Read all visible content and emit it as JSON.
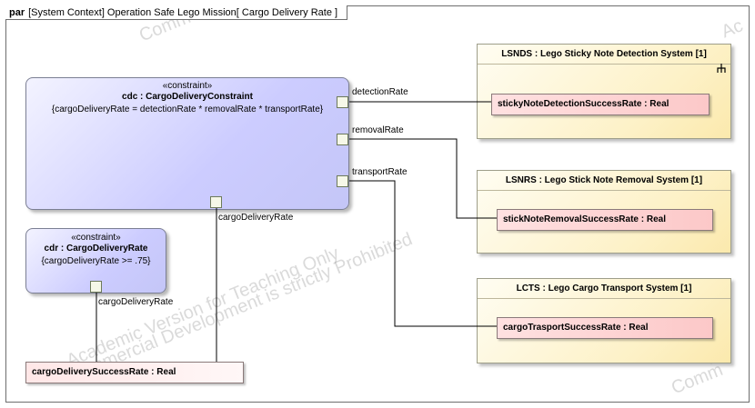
{
  "frame": {
    "kind": "par",
    "title": "[System Context] Operation Safe Lego Mission[ Cargo Delivery Rate ]"
  },
  "watermark": {
    "line1": "Academic Version for Teaching Only",
    "line2": "Commercial Development is strictly Prohibited",
    "fragments": [
      "Comm",
      "Ac",
      "Ac",
      "Comm"
    ]
  },
  "constraints": {
    "cdc": {
      "stereotype": "«constraint»",
      "name": "cdc : CargoDeliveryConstraint",
      "expression": "{cargoDeliveryRate = detectionRate * removalRate * transportRate}"
    },
    "cdr": {
      "stereotype": "«constraint»",
      "name": "cdr : CargoDeliveryRate",
      "expression": "{cargoDeliveryRate >= .75}"
    }
  },
  "ports": {
    "detectionRate": "detectionRate",
    "removalRate": "removalRate",
    "transportRate": "transportRate",
    "cdc_cargoDeliveryRate": "cargoDeliveryRate",
    "cdr_cargoDeliveryRate": "cargoDeliveryRate"
  },
  "blocks": {
    "lsnds": {
      "title": "LSNDS : Lego Sticky Note Detection System [1]",
      "property": "stickyNoteDetectionSuccessRate : Real",
      "icon": "fork-icon"
    },
    "lsnrs": {
      "title": "LSNRS : Lego Stick Note Removal System [1]",
      "property": "stickNoteRemovalSuccessRate : Real"
    },
    "lcts": {
      "title": "LCTS : Lego Cargo Transport System [1]",
      "property": "cargoTrasportSuccessRate : Real"
    }
  },
  "value_property": "cargoDeliverySuccessRate : Real",
  "colors": {
    "constraint_fill": "#ccccff",
    "block_fill": "#fdf1c6",
    "property_fill": "#fcc8c8",
    "port_fill": "#f6f8e8",
    "frame_border": "#6e6e6e"
  }
}
